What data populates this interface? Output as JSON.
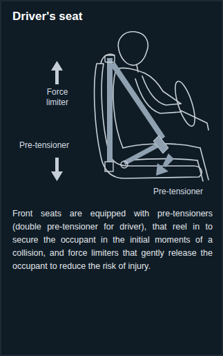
{
  "diagram": {
    "title": "Driver's seat",
    "caption": "Front seats are equipped with pre-tensioners (double pre-tensioner for driver), that reel in to secure the occupant in the initial moments of a collision, and force limiters that gently release the occupant to reduce the risk of injury.",
    "labels": [
      "Force limiter",
      "Pre-tensioner",
      "Pre-tensioner"
    ]
  }
}
